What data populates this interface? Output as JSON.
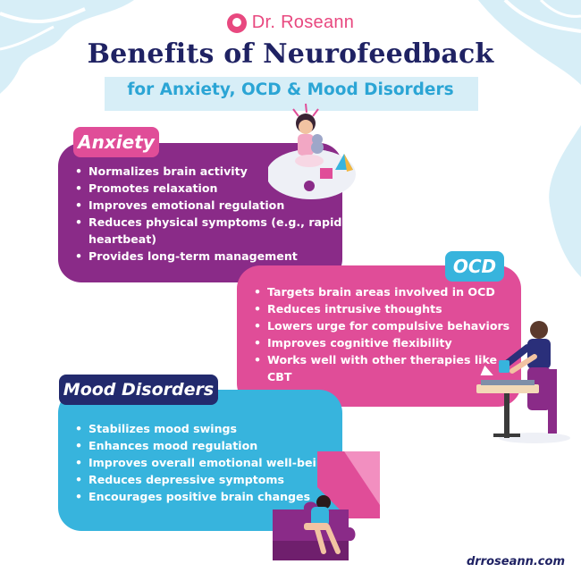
{
  "brand": {
    "name": "Dr. Roseann",
    "icon": "brain-head-icon",
    "color": "#e8487f"
  },
  "title": "Benefits of Neurofeedback",
  "subtitle": "for Anxiety, OCD & Mood Disorders",
  "sections": {
    "anxiety": {
      "label": "Anxiety",
      "color": "#8a2b88",
      "tag_color": "#e04d98",
      "items": [
        "Normalizes brain activity",
        "Promotes relaxation",
        "Improves emotional regulation",
        "Reduces physical symptoms (e.g., rapid heartbeat)",
        "Provides long-term management"
      ]
    },
    "ocd": {
      "label": "OCD",
      "color": "#e04d98",
      "tag_color": "#37b4dd",
      "items": [
        "Targets brain areas involved in OCD",
        "Reduces intrusive thoughts",
        "Lowers urge for compulsive behaviors",
        "Improves cognitive flexibility",
        "Works well with other therapies like CBT"
      ]
    },
    "mood": {
      "label": "Mood Disorders",
      "color": "#37b4dd",
      "tag_color": "#222a6d",
      "items": [
        "Stabilizes mood swings",
        "Enhances mood regulation",
        "Improves overall emotional well-being",
        "Reduces depressive symptoms",
        "Encourages positive brain changes"
      ]
    }
  },
  "illustrations": {
    "anxiety": "anxious-child-with-toys-illustration",
    "ocd": "man-cleaning-table-illustration",
    "mood": "sad-person-on-puzzle-piece-illustration"
  },
  "footer": {
    "website": "drroseann.com"
  }
}
